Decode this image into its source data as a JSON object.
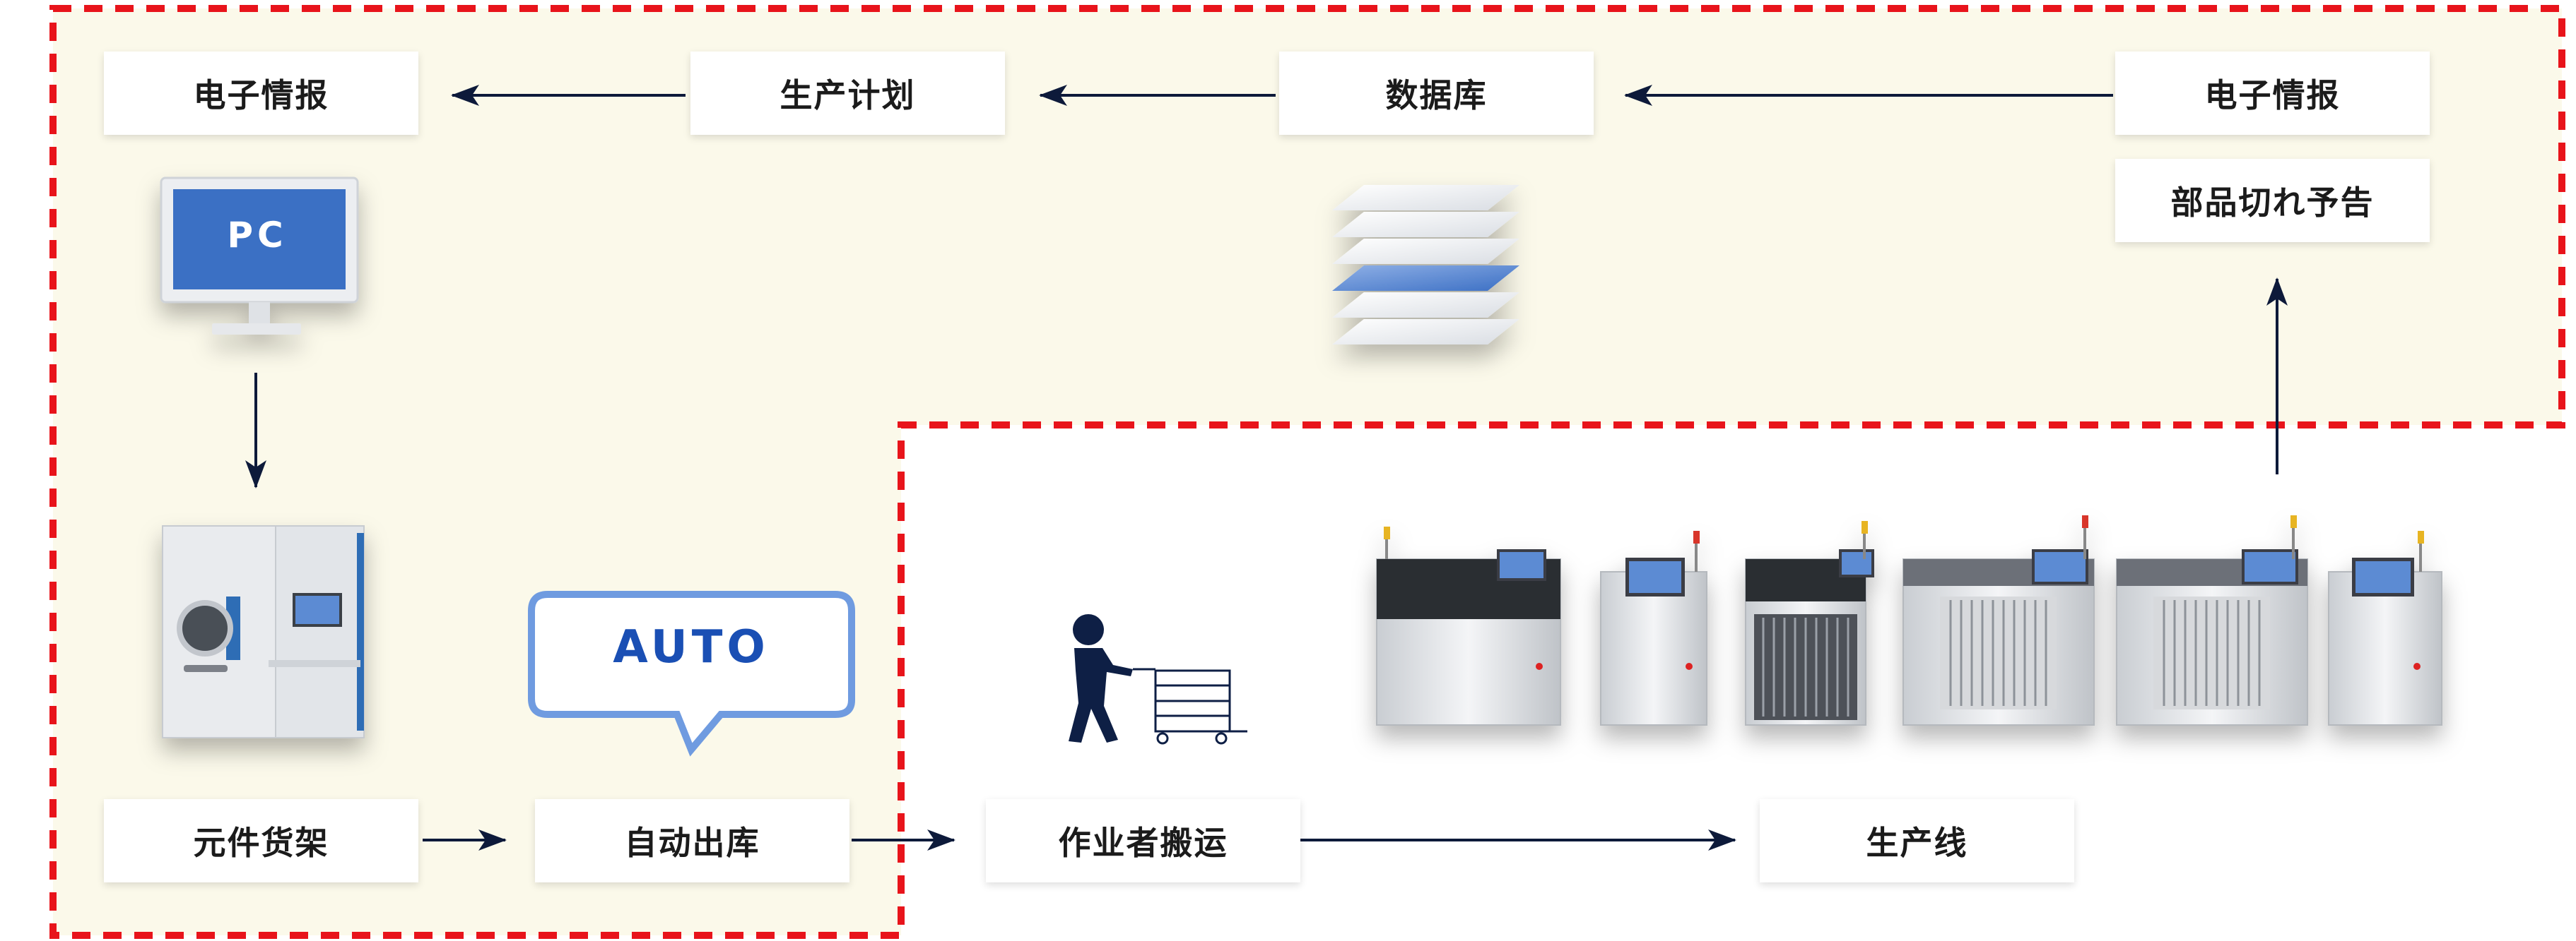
{
  "nodes": {
    "info_left": "电子情报",
    "plan": "生产计划",
    "database": "数据库",
    "info_right": "电子情报",
    "shortage": "部品切れ予告",
    "shelf": "元件货架",
    "auto_out": "自动出库",
    "worker": "作业者搬运",
    "line": "生产线"
  },
  "pc_label": "PC",
  "auto_badge": "AUTO",
  "colors": {
    "region_fill": "#fbf9ea",
    "dashed_border": "#e8141b",
    "arrow": "#0d1a3a",
    "accent_blue": "#3b6fc4"
  },
  "icons": [
    "pc-monitor-icon",
    "database-stack-icon",
    "component-shelf-machine-icon",
    "auto-speech-bubble-icon",
    "worker-pushing-cart-icon",
    "smt-production-line-icon"
  ]
}
